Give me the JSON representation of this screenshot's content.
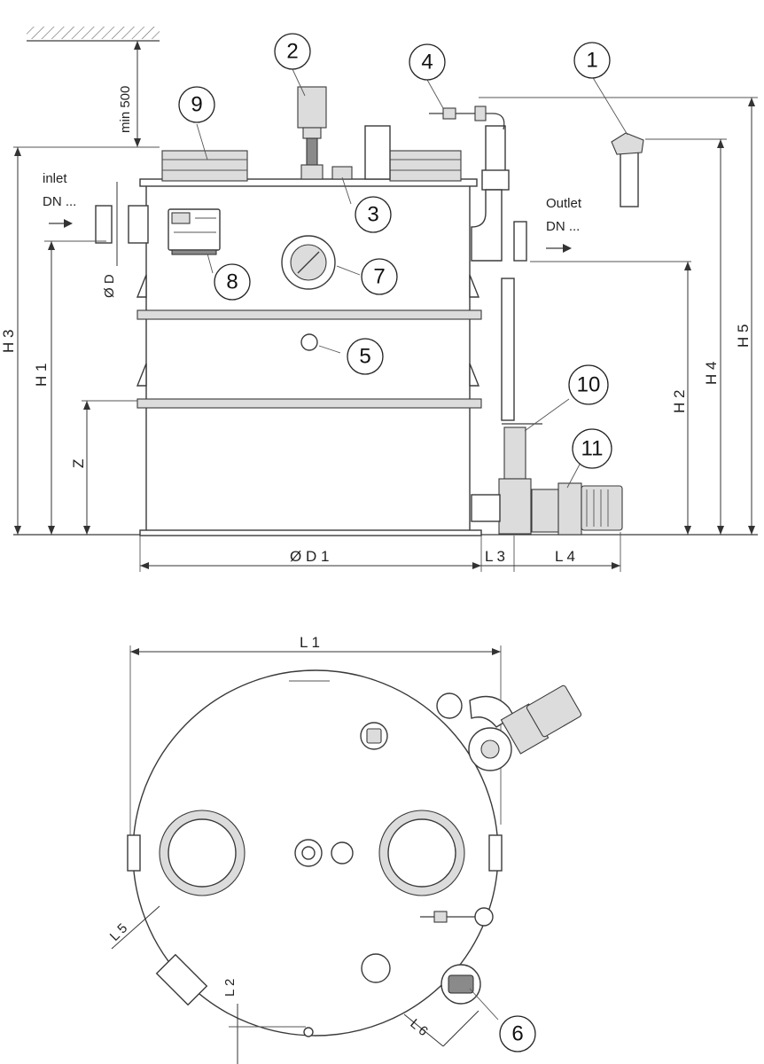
{
  "labels": {
    "min500": "min 500",
    "inlet_line1": "inlet",
    "inlet_line2": "DN ...",
    "outlet_line1": "Outlet",
    "outlet_line2": "DN ...",
    "phiD": "Ø D",
    "phiD1": "Ø D 1",
    "H1": "H 1",
    "H2": "H 2",
    "H3": "H 3",
    "H4": "H 4",
    "H5": "H 5",
    "Z": "Z",
    "L1": "L 1",
    "L2": "L 2",
    "L3": "L 3",
    "L4": "L 4",
    "L5": "L 5",
    "L6": "L 6"
  },
  "callouts": [
    "1",
    "2",
    "3",
    "4",
    "5",
    "6",
    "7",
    "8",
    "9",
    "10",
    "11"
  ]
}
